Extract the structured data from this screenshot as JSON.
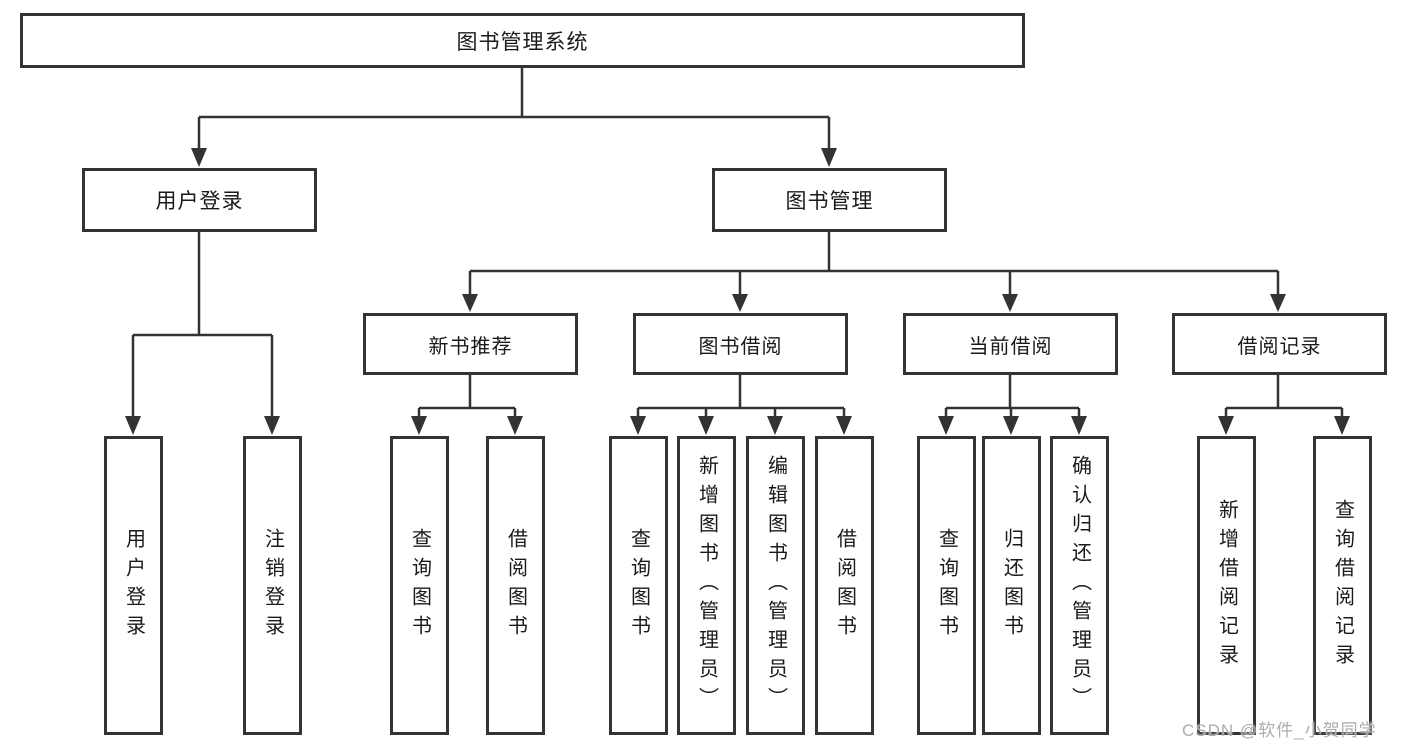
{
  "diagram": {
    "colors": {
      "line": "#333333",
      "box_border": "#333333",
      "text": "#1a1a1a",
      "watermark": "#a8abb2",
      "background": "#ffffff"
    },
    "nodes": {
      "root": {
        "label": "图书管理系统"
      },
      "user_login": {
        "label": "用户登录"
      },
      "book_mgmt": {
        "label": "图书管理"
      },
      "new_book_rec": {
        "label": "新书推荐"
      },
      "book_borrow": {
        "label": "图书借阅"
      },
      "current_borrow": {
        "label": "当前借阅"
      },
      "borrow_records": {
        "label": "借阅记录"
      }
    },
    "leaves": {
      "user_login": [
        "用户登录",
        "注销登录"
      ],
      "new_book_rec": [
        "查询图书",
        "借阅图书"
      ],
      "book_borrow": [
        "查询图书",
        "新增图书（管理员）",
        "编辑图书（管理员）",
        "借阅图书"
      ],
      "current_borrow": [
        "查询图书",
        "归还图书",
        "确认归还（管理员）"
      ],
      "borrow_records": [
        "新增借阅记录",
        "查询借阅记录"
      ]
    },
    "watermark": "CSDN @软件_小贺同学"
  }
}
